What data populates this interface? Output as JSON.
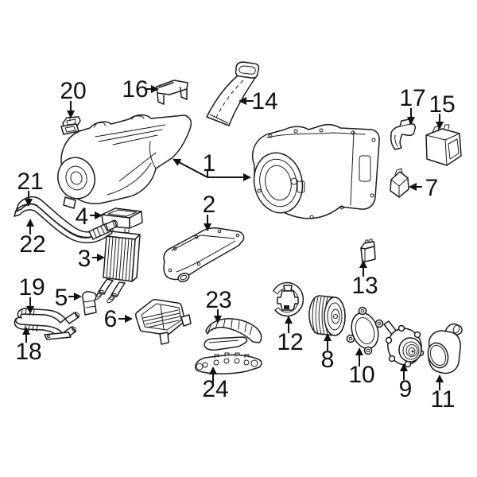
{
  "colors": {
    "background": "#ffffff",
    "line": "#1c1c1c",
    "label_text": "#111111",
    "highlight": "#2E5FBF"
  },
  "callouts": [
    {
      "label": "1"
    },
    {
      "label": "2"
    },
    {
      "label": "3"
    },
    {
      "label": "4"
    },
    {
      "label": "5"
    },
    {
      "label": "6"
    },
    {
      "label": "7"
    },
    {
      "label": "8"
    },
    {
      "label": "9"
    },
    {
      "label": "10"
    },
    {
      "label": "11"
    },
    {
      "label": "12"
    },
    {
      "label": "13"
    },
    {
      "label": "14"
    },
    {
      "label": "15"
    },
    {
      "label": "16"
    },
    {
      "label": "17"
    },
    {
      "label": "18"
    },
    {
      "label": "19"
    },
    {
      "label": "20"
    },
    {
      "label": "21"
    },
    {
      "label": "22"
    },
    {
      "label": "23"
    },
    {
      "label": "24"
    }
  ]
}
